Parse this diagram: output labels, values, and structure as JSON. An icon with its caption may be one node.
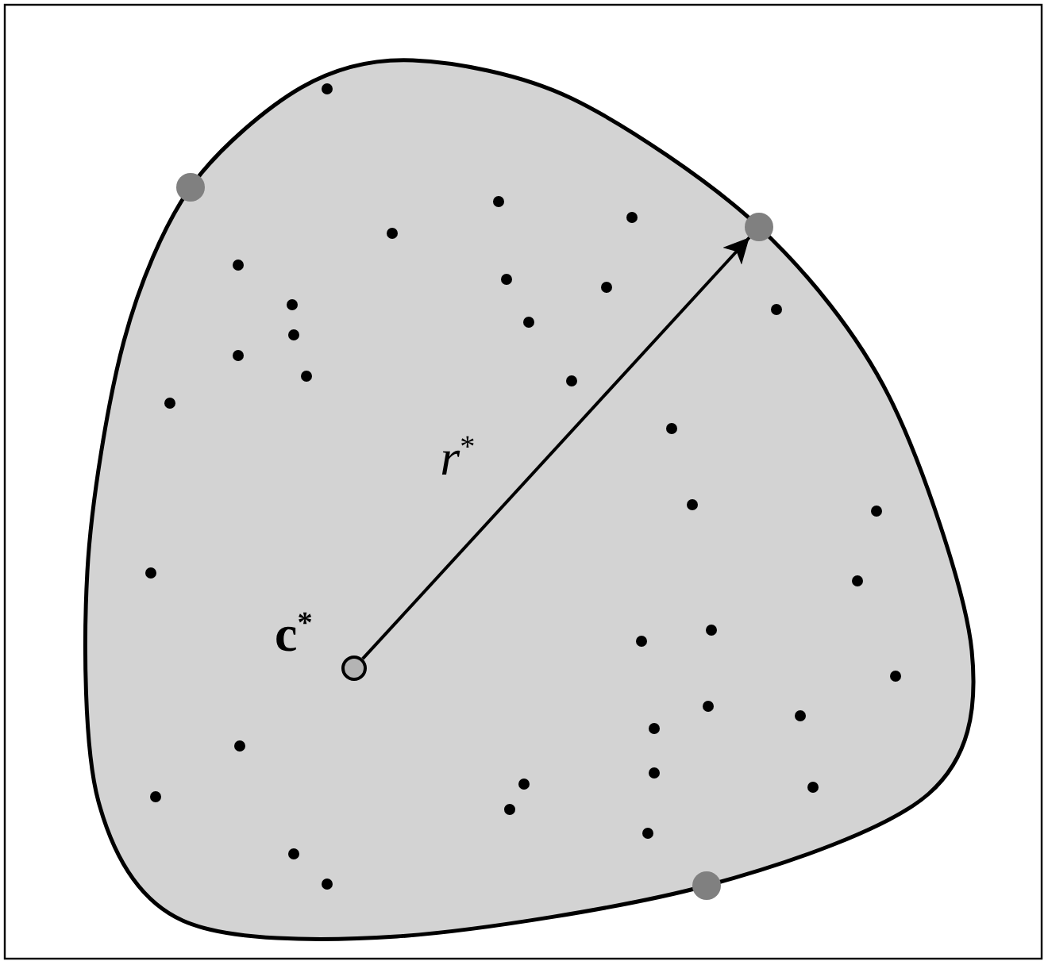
{
  "diagram": {
    "nodes": [
      {
        "text": [],
        "shape": "circle"
      },
      {
        "text": [],
        "shape": "circle"
      },
      {
        "text": [],
        "shape": "circle",
        "beside": [
          "**c**$^{*}$"
        ]
      },
      {
        "text": [],
        "shape": "circle"
      }
    ],
    "edges": [
      {
        "from": 2,
        "to": 1,
        "arrow": "to",
        "label": "*r*$^{*}$"
      }
    ]
  }
}
